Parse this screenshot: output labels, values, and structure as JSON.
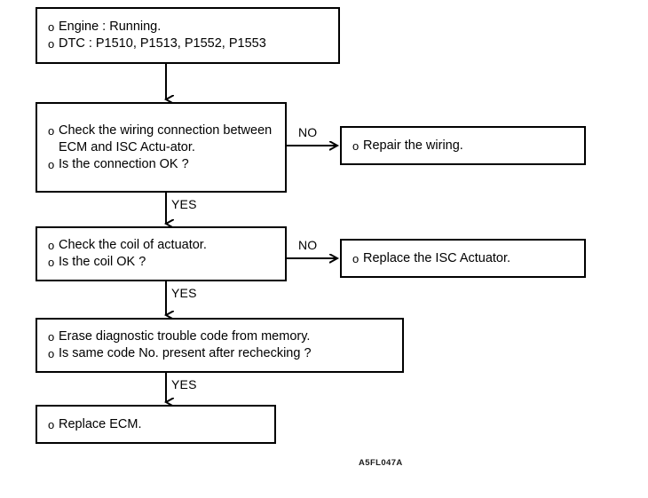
{
  "figure": {
    "code": "A5FL047A",
    "accent_color": "#000000",
    "background_color": "#ffffff"
  },
  "bullet_glyph": "o",
  "nodes": [
    {
      "id": "condition",
      "lines": [
        "Engine : Running.",
        "DTC : P1510, P1513, P1552, P1553"
      ]
    },
    {
      "id": "check-wiring",
      "lines": [
        "Check the wiring connection between ECM and ISC Actu-ator.",
        "Is the connection OK ?"
      ]
    },
    {
      "id": "repair-wiring",
      "lines": [
        "Repair the wiring."
      ]
    },
    {
      "id": "check-coil",
      "lines": [
        "Check the coil of actuator.",
        "Is the coil OK ?"
      ]
    },
    {
      "id": "replace-isc",
      "lines": [
        "Replace the ISC Actuator."
      ]
    },
    {
      "id": "erase-dtc",
      "lines": [
        "Erase diagnostic trouble code from memory.",
        "Is same code No. present after rechecking ?"
      ]
    },
    {
      "id": "replace-ecm",
      "lines": [
        "Replace ECM."
      ]
    }
  ],
  "edges": {
    "yes_1": "YES",
    "yes_2": "YES",
    "yes_3": "YES",
    "no_1": "NO",
    "no_2": "NO"
  }
}
